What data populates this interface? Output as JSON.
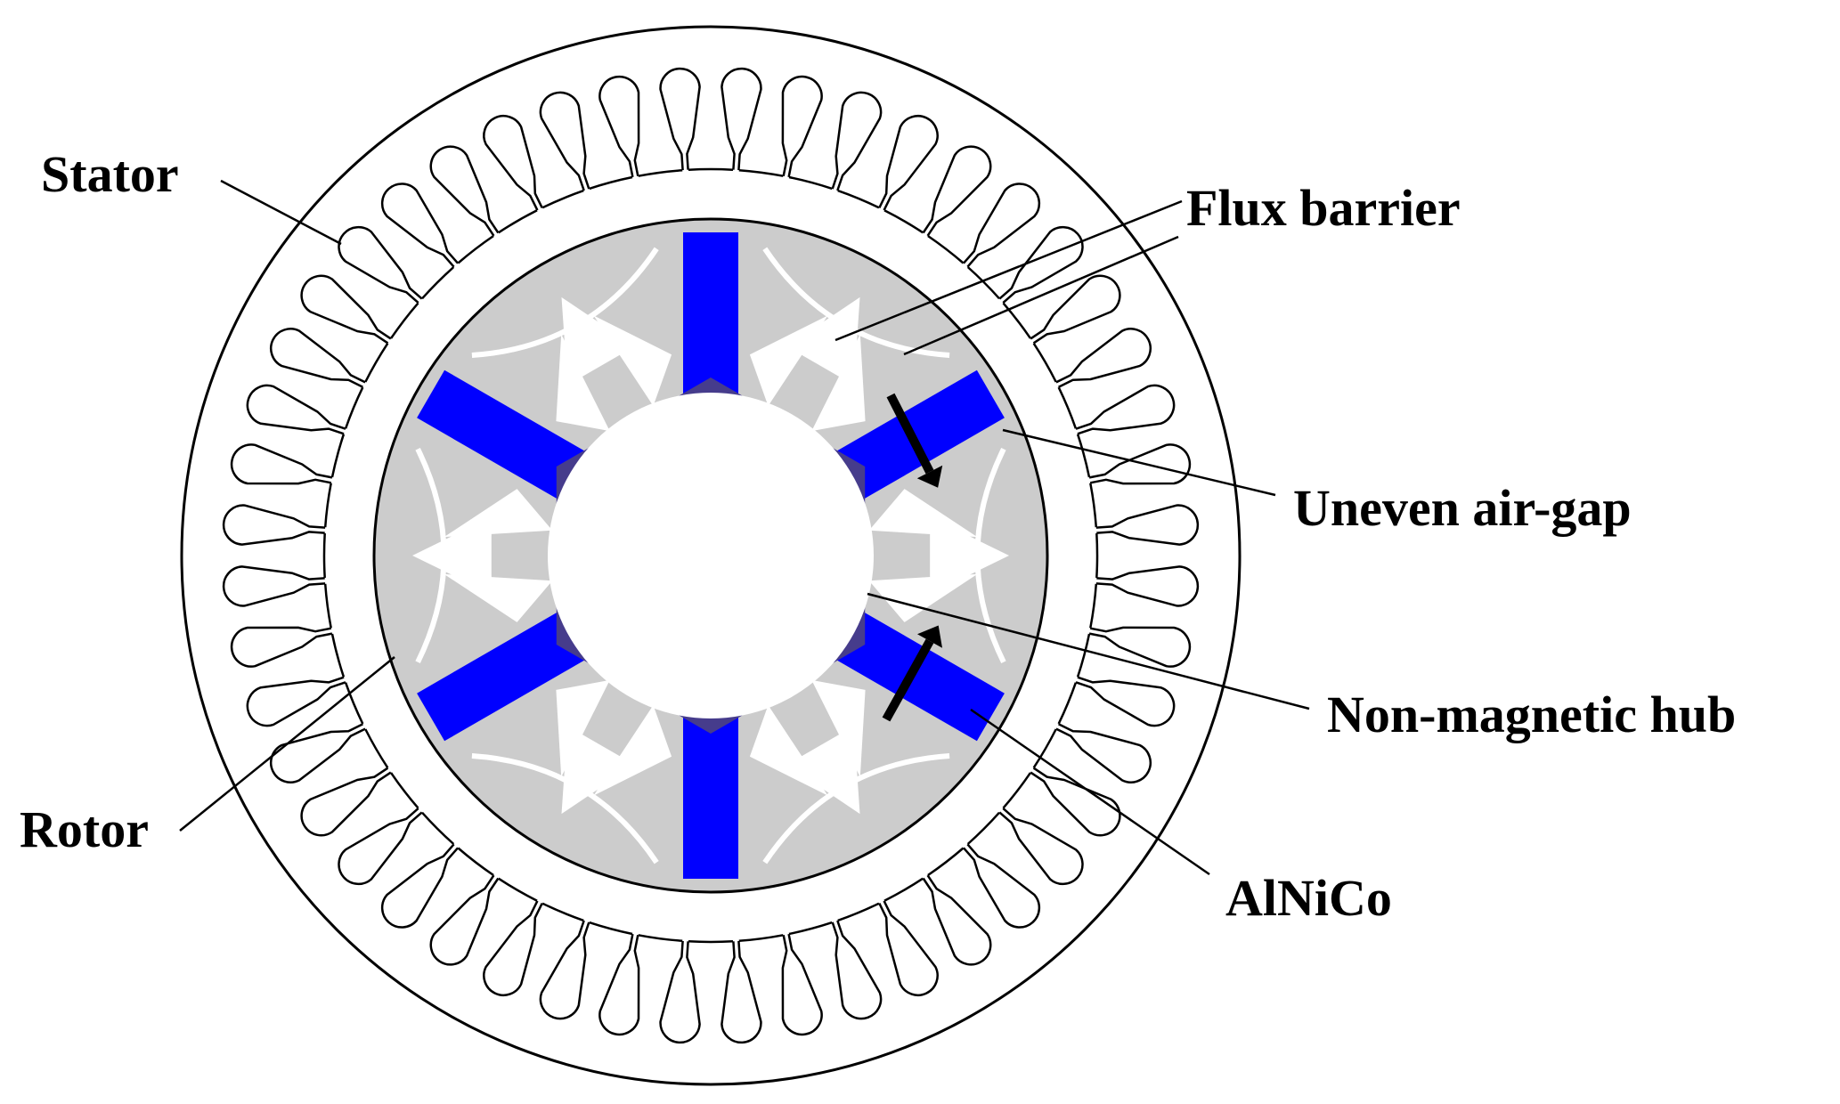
{
  "labels": {
    "stator": "Stator",
    "flux_barrier": "Flux barrier",
    "uneven_air_gap": "Uneven air-gap",
    "non_magnetic_hub": "Non-magnetic hub",
    "rotor": "Rotor",
    "alnico": "AlNiCo"
  },
  "motor": {
    "stator_slot_count": 48,
    "rotor_pole_count": 6,
    "magnet_count": 6
  },
  "colors": {
    "background": "#ffffff",
    "outline": "#000000",
    "rotor_steel": "#cccccc",
    "flux_barrier": "#ffffff",
    "magnet_alnico": "#0000ff",
    "hub": "#463c8c",
    "arrow": "#000000"
  }
}
